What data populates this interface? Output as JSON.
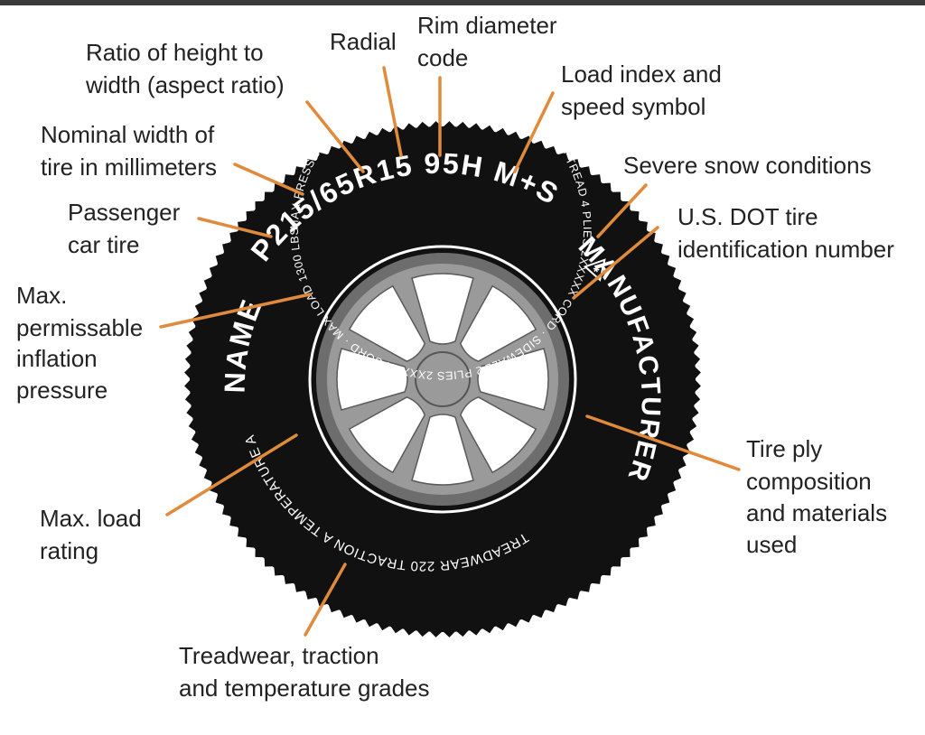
{
  "colors": {
    "leader_line": "#e08a3c",
    "tire": "#111111",
    "rim": "#9a9a9a",
    "rim_dark": "#6d6d6d",
    "text": "#222222",
    "background": "#ffffff"
  },
  "tire_markings": {
    "size_code": "P215/65R15  95H  M+S",
    "manufacturer": "MANUFACTURER",
    "name": "NAME",
    "grades": "TREADWEAR 220 TRACTION A TEMPERATURE A",
    "inner_ring": "MAX PRESS 35 PSI · RADIAL · TUBELESS · DOT MALS ABC036 · TREAD 4 PLIES 2XXXXX CORD · SIDEWALL 2 PLIES 2XXXXX CORD · MAX LOAD 1300 LBS ·",
    "snow_icon": "mountain-snowflake-icon"
  },
  "labels": {
    "aspect_ratio": [
      "Ratio of height to",
      "width (aspect ratio)"
    ],
    "radial": [
      "Radial"
    ],
    "rim_diameter": [
      "Rim diameter",
      "code"
    ],
    "load_speed": [
      "Load index and",
      "speed symbol"
    ],
    "nominal_width": [
      "Nominal width of",
      "tire in millimeters"
    ],
    "severe_snow": [
      "Severe snow conditions"
    ],
    "passenger": [
      "Passenger",
      "car tire"
    ],
    "dot": [
      "U.S. DOT tire",
      "identification number"
    ],
    "max_pressure": [
      "Max.",
      "permissable",
      "inflation",
      "pressure"
    ],
    "max_load": [
      "Max. load",
      "rating"
    ],
    "ply": [
      "Tire ply",
      "composition",
      "and materials",
      "used"
    ],
    "treadwear": [
      "Treadwear, traction",
      "and temperature grades"
    ]
  }
}
